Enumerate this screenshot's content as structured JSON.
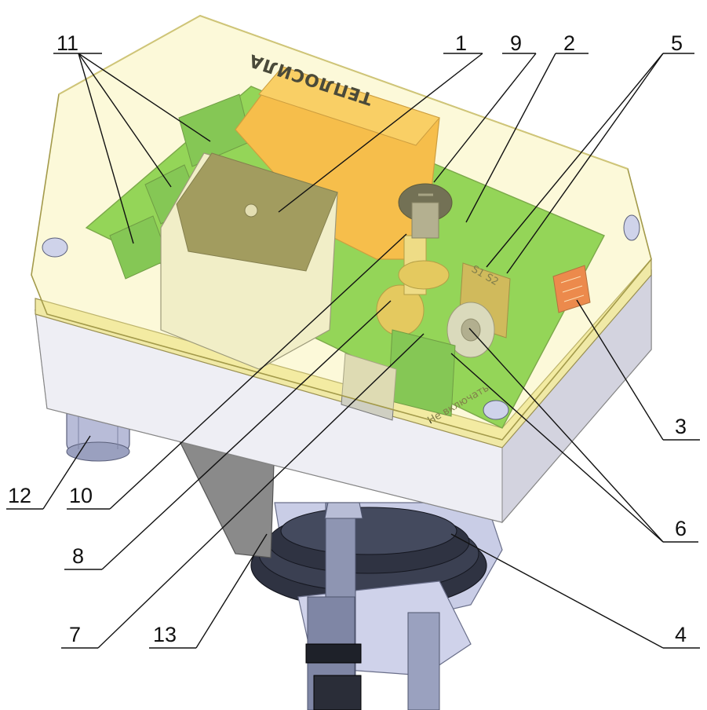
{
  "diagram": {
    "brand_text": "ТЕПЛОСИЛА",
    "switch_label": "S1 S2",
    "board_sticker": "Не включать",
    "callouts": [
      {
        "id": "c1",
        "label": "1"
      },
      {
        "id": "c2",
        "label": "2"
      },
      {
        "id": "c3",
        "label": "3"
      },
      {
        "id": "c4",
        "label": "4"
      },
      {
        "id": "c5",
        "label": "5"
      },
      {
        "id": "c6",
        "label": "6"
      },
      {
        "id": "c7",
        "label": "7"
      },
      {
        "id": "c8",
        "label": "8"
      },
      {
        "id": "c9",
        "label": "9"
      },
      {
        "id": "c10",
        "label": "10"
      },
      {
        "id": "c11",
        "label": "11"
      },
      {
        "id": "c12",
        "label": "12"
      },
      {
        "id": "c13",
        "label": "13"
      }
    ],
    "colors": {
      "cover": "#f6ef9c",
      "board": "#57c52f",
      "transformer": "#f6a11a",
      "motor": "#6f6a3a",
      "housing": "#e4e4ec",
      "terminals": "#3fae2a",
      "dip_switch": "#e64c1c",
      "brass": "#d9b23a"
    }
  }
}
